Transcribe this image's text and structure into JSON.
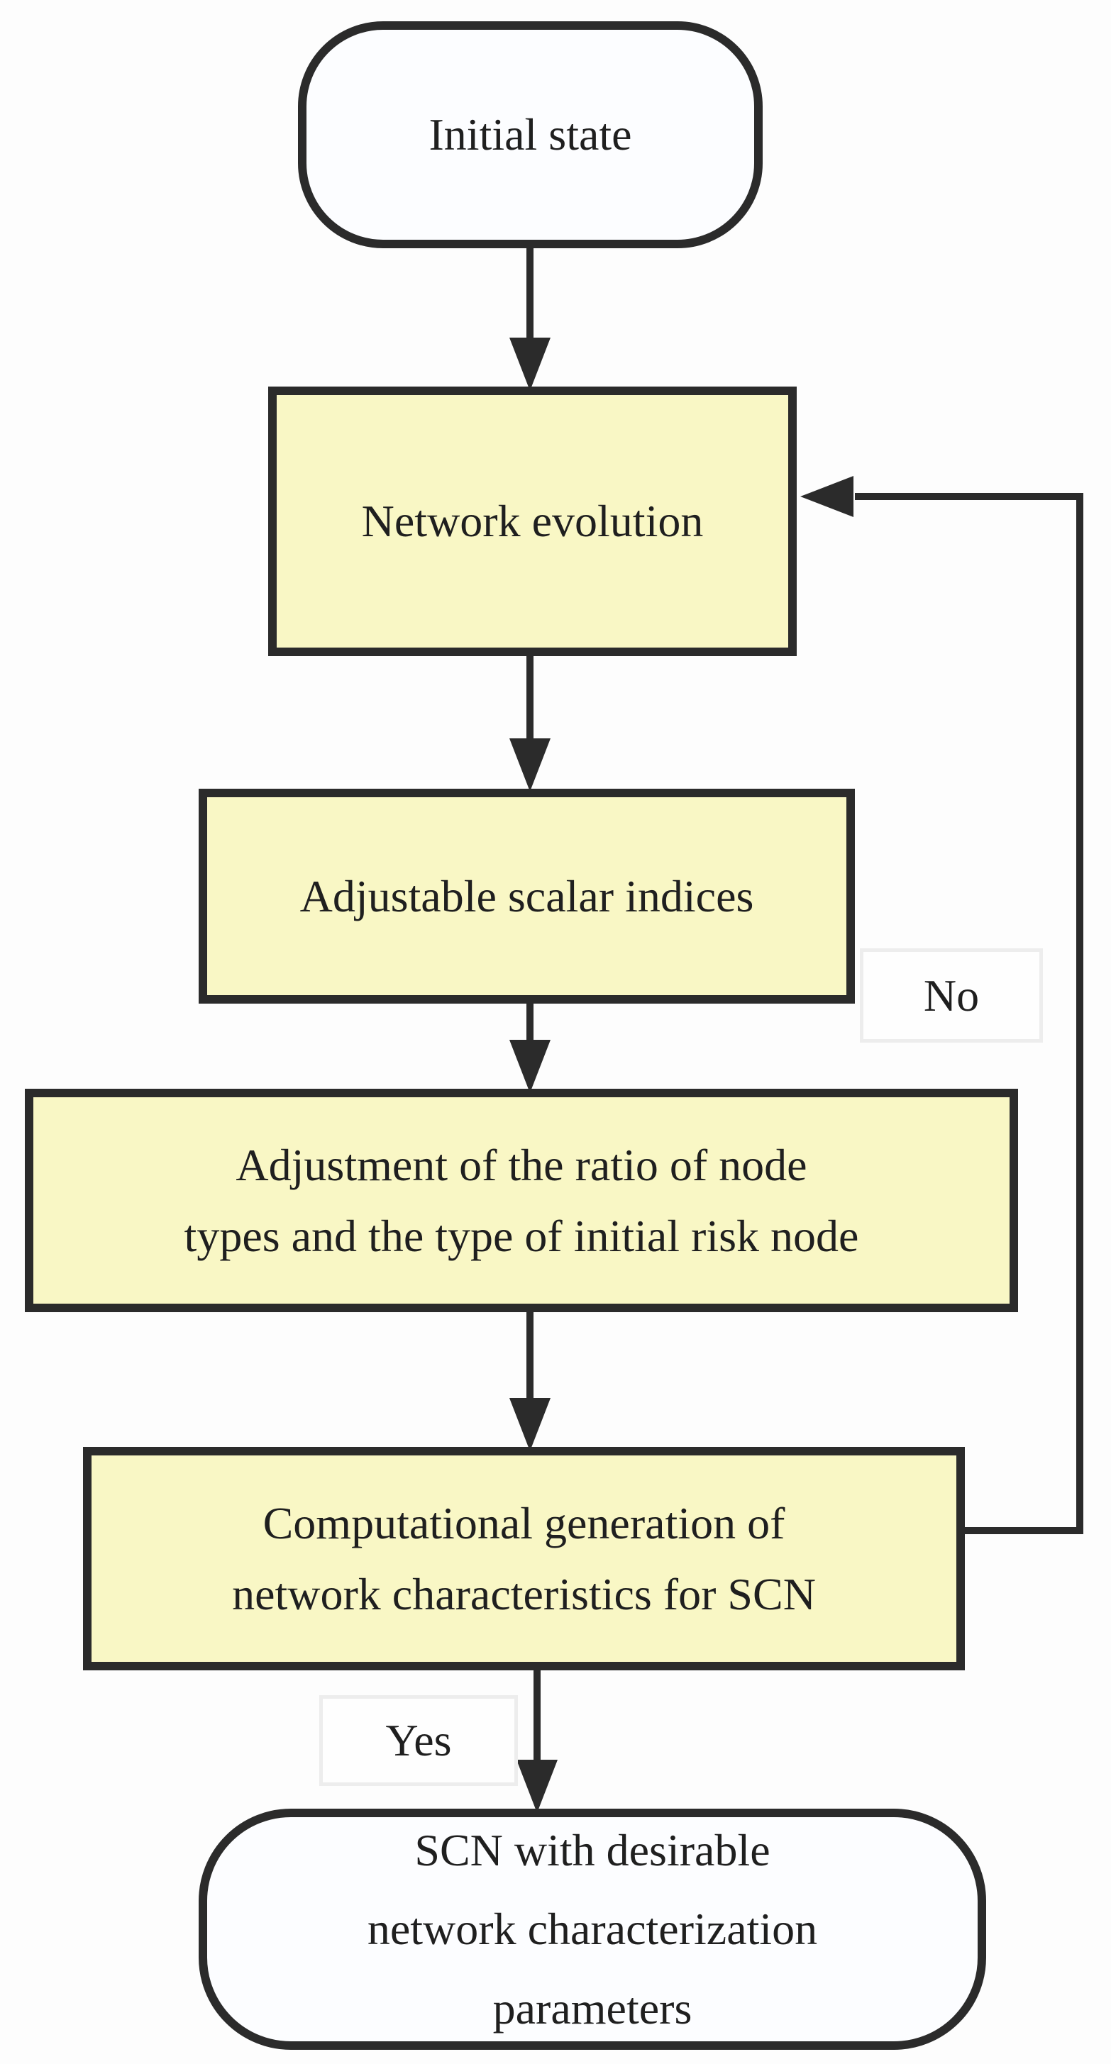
{
  "diagram": {
    "type": "flowchart",
    "nodes": [
      {
        "id": "initial-state",
        "shape": "terminator",
        "label_lines": [
          "Initial state"
        ]
      },
      {
        "id": "network-evolution",
        "shape": "process",
        "label_lines": [
          "Network evolution"
        ]
      },
      {
        "id": "adjustable-scalar-indices",
        "shape": "process",
        "label_lines": [
          "Adjustable scalar indices"
        ]
      },
      {
        "id": "adjustment-ratio-node-types",
        "shape": "process",
        "label_lines": [
          "Adjustment of the ratio of node",
          "types and the type of initial risk node"
        ]
      },
      {
        "id": "computational-generation",
        "shape": "process",
        "label_lines": [
          "Computational generation of",
          "network characteristics for SCN"
        ]
      },
      {
        "id": "scn-result",
        "shape": "terminator",
        "label_lines": [
          "SCN with desirable",
          "network characterization",
          "parameters"
        ]
      }
    ],
    "edge_labels": {
      "no": "No",
      "yes": "Yes"
    },
    "colors": {
      "process_fill": "#f9f7c5",
      "terminator_fill": "#fcfdff",
      "node_border": "#2b2b2b",
      "connector": "#2b2b2b",
      "edge_label_border": "#ededed",
      "text": "#1f1f1f",
      "background": "#fdfdfd"
    }
  }
}
